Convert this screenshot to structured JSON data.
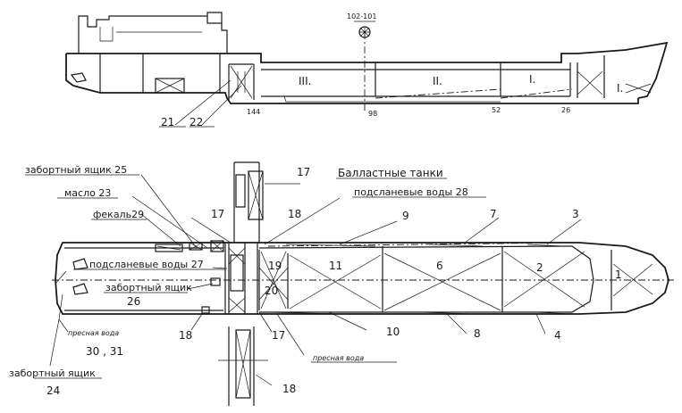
{
  "top_view": {
    "frame_marker": "102-101",
    "compartments": [
      "III.",
      "II.",
      "I.",
      "I."
    ],
    "frames": [
      "144",
      "98",
      "52",
      "26"
    ],
    "callouts": [
      "21",
      "22"
    ]
  },
  "plan_view": {
    "title": "Балластные танки",
    "labels": {
      "sea_chest_25": "забортный ящик 25",
      "oil_23": "масло 23",
      "fecal_29": "фекаль29",
      "bilge_27": "подсланевые воды 27",
      "bilge_28": "подсланевые воды 28",
      "sea_chest_mid": "забортный ящик",
      "fresh_left": "пресная вода",
      "fresh_bottom": "пресная вода",
      "sea_chest_24": "забортный ящик",
      "num_24": "24",
      "num_26": "26",
      "num_30_31": "30 , 31"
    },
    "numbers": [
      "17",
      "18",
      "17",
      "17",
      "18",
      "18",
      "9",
      "7",
      "3",
      "19",
      "11",
      "6",
      "2",
      "1",
      "20",
      "10",
      "8",
      "4"
    ]
  }
}
